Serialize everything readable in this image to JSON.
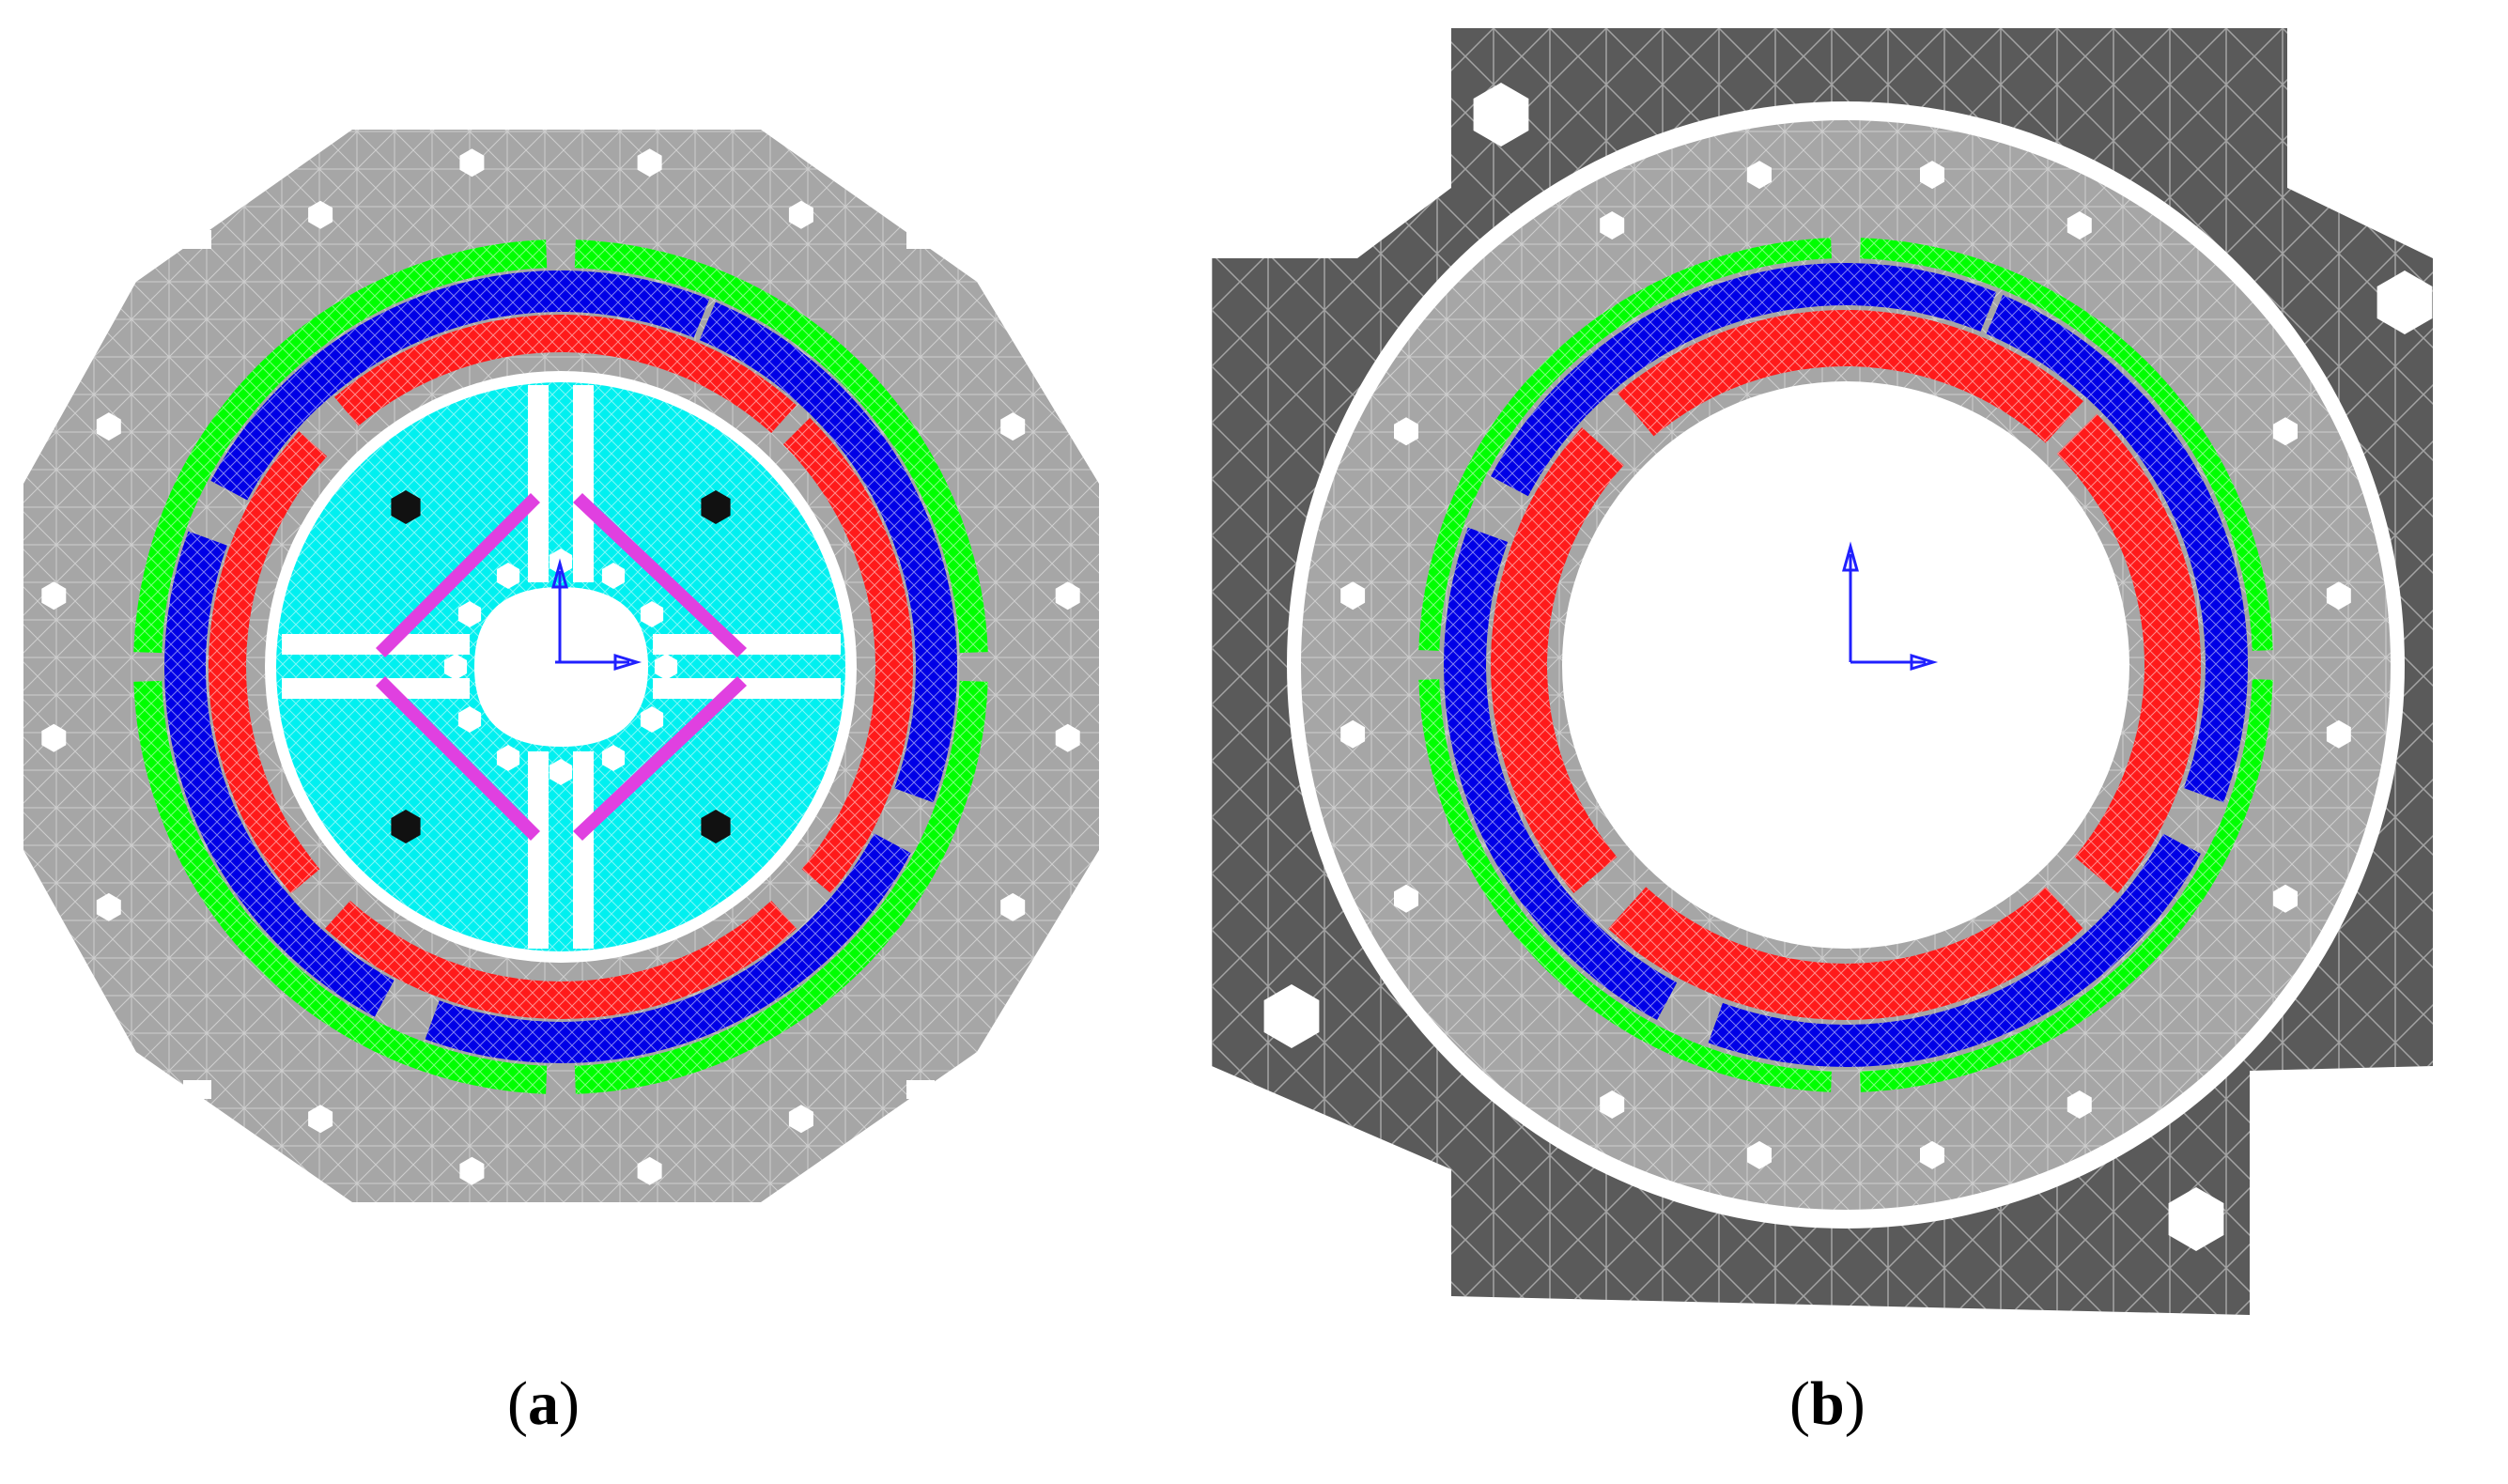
{
  "figure": {
    "panels": [
      {
        "id": "a",
        "label": "a"
      },
      {
        "id": "b",
        "label": "b"
      }
    ]
  },
  "colors": {
    "background": "#ffffff",
    "stator_core": "#a6a6a6",
    "housing": "#5a5a5a",
    "winding_outer": "#00ff00",
    "winding_middle": "#0000e6",
    "winding_inner": "#ff1a1a",
    "rotor_core": "#00f0f0",
    "magnet": "#e040e0",
    "bolt": "#111111",
    "hole": "#ffffff",
    "mesh_line": "#ffffff",
    "axis": "#2020ff"
  },
  "icons": [
    "coordinate-axes-icon"
  ]
}
